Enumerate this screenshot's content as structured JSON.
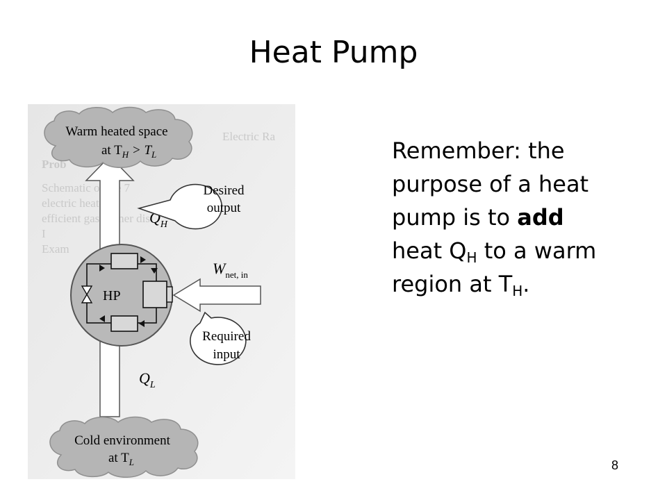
{
  "slide": {
    "title": "Heat Pump",
    "page_number": "8"
  },
  "diagram": {
    "warm_space": {
      "line1": "Warm heated space",
      "line2_prefix": "at T",
      "line2_sub1": "H",
      "line2_mid": " > T",
      "line2_sub2": "L"
    },
    "desired_output": {
      "line1": "Desired",
      "line2": "output"
    },
    "q_h": {
      "symbol": "Q",
      "sub": "H"
    },
    "w_net": {
      "symbol": "W",
      "sub": "net, in"
    },
    "hp_label": "HP",
    "required_input": {
      "line1": "Required",
      "line2": "input"
    },
    "q_l": {
      "symbol": "Q",
      "sub": "L"
    },
    "cold_env": {
      "line1": "Cold environment",
      "line2_prefix": "at T",
      "line2_sub": "L"
    },
    "background_text": {
      "line1": "Electric Ra",
      "line2": "Prob",
      "line3": "Schematic of the 7",
      "line4": "electric heater",
      "line5": "efficient gas burner dis",
      "line6": "I",
      "line7": "Exam"
    }
  },
  "text_block": {
    "line1": "Remember:  the",
    "line2": "purpose of a heat",
    "line3_prefix": "pump is to ",
    "line3_bold": "add",
    "line4_prefix": "heat Q",
    "line4_sub": "H",
    "line4_suffix": " to a warm",
    "line5_prefix": "region at T",
    "line5_sub": "H",
    "line5_suffix": "."
  }
}
